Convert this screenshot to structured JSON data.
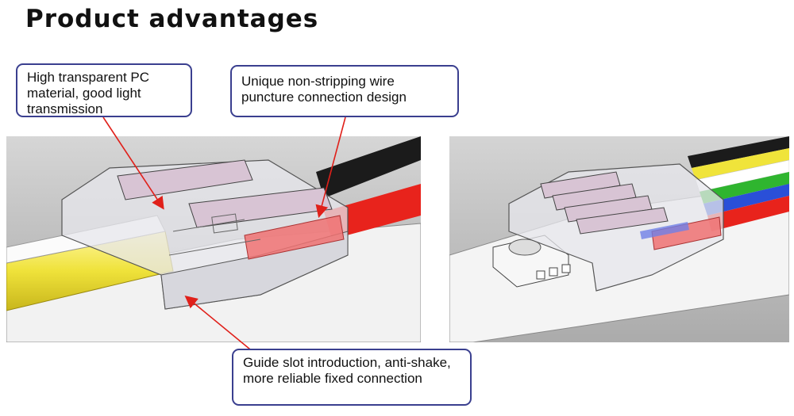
{
  "title": "Product advantages",
  "callouts": {
    "pc_material": "High transparent PC material, good light transmission",
    "wire_puncture": "Unique non-stripping wire puncture connection design",
    "guide_slot": "Guide slot introduction, anti-shake, more reliable fixed connection"
  },
  "colors": {
    "callout_border": "#3a3f8f",
    "arrow": "#e0201a",
    "wire_red": "#e8231c",
    "wire_black": "#1a1a1a",
    "wire_yellow": "#f0e43a",
    "wire_white": "#f4f4f4",
    "wire_green": "#2fb52f",
    "wire_blue": "#2a4fd8",
    "clip_metal": "#d8c4d4"
  },
  "icons": [
    "connector-2pin-illustration",
    "connector-rgbw-illustration"
  ]
}
